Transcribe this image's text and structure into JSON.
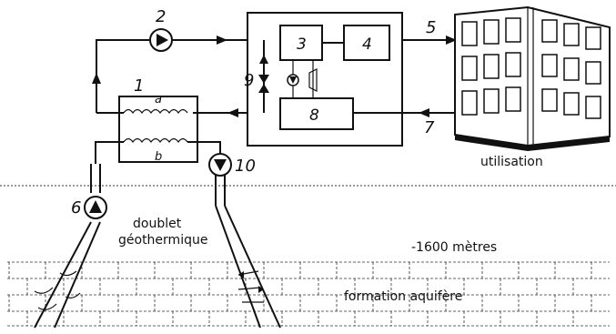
{
  "labels": {
    "n1": "1",
    "n2": "2",
    "n3": "3",
    "n4": "4",
    "n5": "5",
    "n6": "6",
    "n7": "7",
    "n8": "8",
    "n9": "9",
    "n10": "10",
    "a": "a",
    "b": "b",
    "utilisation": "utilisation",
    "doublet_line1": "doublet",
    "doublet_line2": "géothermique",
    "depth": "-1600 mètres",
    "aquifer": "formation aquifère"
  }
}
